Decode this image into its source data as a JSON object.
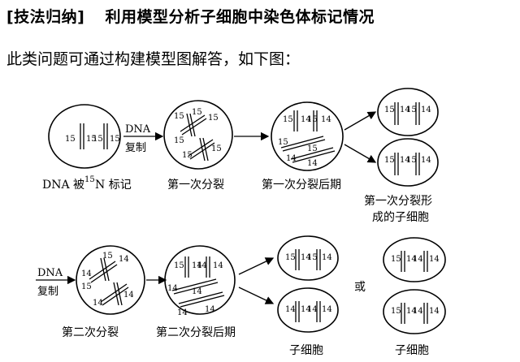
{
  "header": {
    "tag": "[技法归纳]",
    "title": "利用模型分析子细胞中染色体标记情况"
  },
  "intro": "此类问题可通过构建模型图解答，如下图：",
  "row1": {
    "arrow_dna": "DNA",
    "arrow_copy": "复制",
    "label_start_pre": "DNA 被",
    "label_start_sup": "15",
    "label_start_post": "N 标记",
    "label_div1": "第一次分裂",
    "label_div1_late": "第一次分裂后期",
    "label_daughter_line1": "第一次分裂形",
    "label_daughter_line2": "成的子细胞"
  },
  "row2": {
    "arrow_dna": "DNA",
    "arrow_copy": "复制",
    "label_div2": "第二次分裂",
    "label_div2_late": "第二次分裂后期",
    "label_daughter_a": "子细胞",
    "label_or": "或",
    "label_daughter_b": "子细胞"
  },
  "strand_labels": {
    "n15": "15",
    "n14": "14"
  }
}
